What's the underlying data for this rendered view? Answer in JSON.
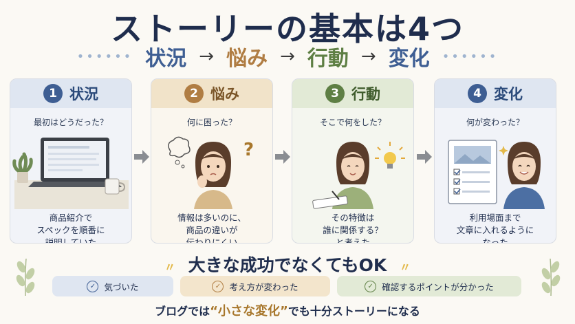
{
  "title": "ストーリーの基本は4つ",
  "flow": {
    "step1": "状況",
    "step2": "悩み",
    "step3": "行動",
    "step4": "変化",
    "arrow": "→"
  },
  "cards": [
    {
      "num": "1",
      "title": "状況",
      "question": "最初はどうだった？",
      "desc1": "商品紹介で",
      "desc2": "スペックを順番に",
      "desc3": "説明していた"
    },
    {
      "num": "2",
      "title": "悩み",
      "question": "何に困った？",
      "desc1": "情報は多いのに、",
      "desc2": "商品の違いが",
      "desc3": "伝わりにくい"
    },
    {
      "num": "3",
      "title": "行動",
      "question": "そこで何をした？",
      "desc1": "その特徴は",
      "desc2": "誰に関係する？",
      "desc3": "と考えた"
    },
    {
      "num": "4",
      "title": "変化",
      "question": "何が変わった？",
      "desc1": "利用場面まで",
      "desc2": "文章に入れるように",
      "desc3": "なった"
    }
  ],
  "subtitle": "大きな成功でなくてもOK",
  "chips": [
    "気づいた",
    "考え方が変わった",
    "確認するポイントが分かった"
  ],
  "bottom": {
    "pre": "ブログでは",
    "highlight": "“小さな変化”",
    "post": "でも十分ストーリーになる"
  },
  "colors": {
    "navy": "#1f2d4d",
    "blue": "#3e5e93",
    "brown": "#b07d43",
    "green": "#5e7f44"
  }
}
